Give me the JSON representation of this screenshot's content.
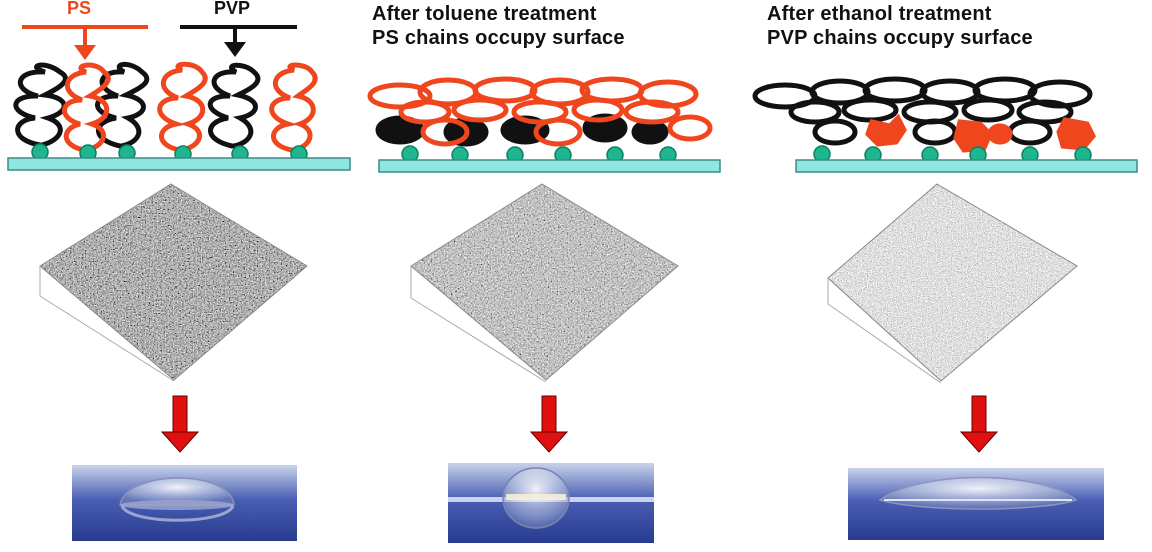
{
  "labels": {
    "ps": "PS",
    "pvp": "PVP"
  },
  "panels": [
    {
      "heading_line1": "",
      "heading_line2": ""
    },
    {
      "heading_line1": "After toluene treatment",
      "heading_line2": "PS chains occupy surface"
    },
    {
      "heading_line1": "After ethanol treatment",
      "heading_line2": "PVP chains occupy surface"
    }
  ],
  "colors": {
    "ps": "#f0461e",
    "pvp": "#111111",
    "anchor": "#1fb58e",
    "substrate": "#8fe6e0",
    "arrow": "#e01010"
  }
}
